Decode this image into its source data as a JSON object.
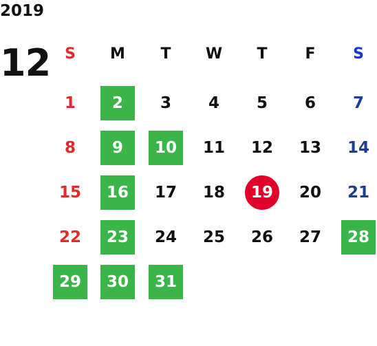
{
  "calendar": {
    "year": "2019",
    "month": "12",
    "weekdays": [
      "S",
      "M",
      "T",
      "W",
      "T",
      "F",
      "S"
    ],
    "first_weekday_index": 0,
    "days": [
      {
        "day": "1",
        "status": "sunday"
      },
      {
        "day": "2",
        "status": "holiday"
      },
      {
        "day": "3",
        "status": "normal"
      },
      {
        "day": "4",
        "status": "normal"
      },
      {
        "day": "5",
        "status": "normal"
      },
      {
        "day": "6",
        "status": "normal"
      },
      {
        "day": "7",
        "status": "saturday"
      },
      {
        "day": "8",
        "status": "sunday"
      },
      {
        "day": "9",
        "status": "holiday"
      },
      {
        "day": "10",
        "status": "holiday"
      },
      {
        "day": "11",
        "status": "normal"
      },
      {
        "day": "12",
        "status": "normal"
      },
      {
        "day": "13",
        "status": "normal"
      },
      {
        "day": "14",
        "status": "saturday"
      },
      {
        "day": "15",
        "status": "sunday"
      },
      {
        "day": "16",
        "status": "holiday"
      },
      {
        "day": "17",
        "status": "normal"
      },
      {
        "day": "18",
        "status": "normal"
      },
      {
        "day": "19",
        "status": "today"
      },
      {
        "day": "20",
        "status": "normal"
      },
      {
        "day": "21",
        "status": "saturday"
      },
      {
        "day": "22",
        "status": "sunday"
      },
      {
        "day": "23",
        "status": "holiday"
      },
      {
        "day": "24",
        "status": "normal"
      },
      {
        "day": "25",
        "status": "normal"
      },
      {
        "day": "26",
        "status": "normal"
      },
      {
        "day": "27",
        "status": "normal"
      },
      {
        "day": "28",
        "status": "holiday"
      },
      {
        "day": "29",
        "status": "holiday"
      },
      {
        "day": "30",
        "status": "holiday"
      },
      {
        "day": "31",
        "status": "holiday"
      }
    ]
  },
  "colors": {
    "sunday": "#e02b2b",
    "saturday": "#1d3d8f",
    "saturday_header": "#1736d6",
    "holiday_bg": "#3bb54a",
    "today_bg": "#e0002a",
    "text": "#111111"
  }
}
